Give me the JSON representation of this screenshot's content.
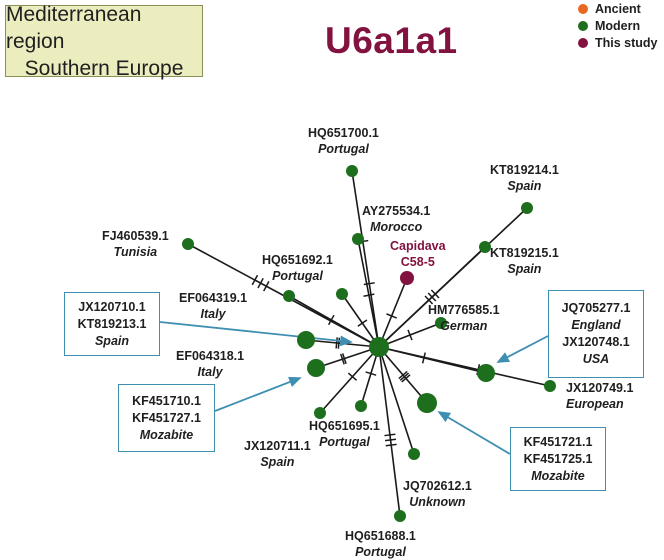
{
  "region": {
    "line1": "Mediterranean region",
    "line2": "Southern Europe"
  },
  "title": "U6a1a1",
  "legend": [
    {
      "label": "Ancient",
      "color": "#e8681f"
    },
    {
      "label": "Modern",
      "color": "#1d6e1d"
    },
    {
      "label": "This study",
      "color": "#82123f"
    }
  ],
  "nodes": [
    {
      "id": "HQ651700.1",
      "location": "Portugal"
    },
    {
      "id": "AY275534.1",
      "location": "Morocco"
    },
    {
      "id": "KT819214.1",
      "location": "Spain"
    },
    {
      "id": "Capidava",
      "location": "C58-5"
    },
    {
      "id": "KT819215.1",
      "location": "Spain"
    },
    {
      "id": "FJ460539.1",
      "location": "Tunisia"
    },
    {
      "id": "HQ651692.1",
      "location": "Portugal"
    },
    {
      "id": "EF064319.1",
      "location": "Italy"
    },
    {
      "id": "HM776585.1",
      "location": "German"
    },
    {
      "id": "EF064318.1",
      "location": "Italy"
    },
    {
      "id": "JX120749.1",
      "location": "European"
    },
    {
      "id": "HQ651695.1",
      "location": "Portugal"
    },
    {
      "id": "JX120711.1",
      "location": "Spain"
    },
    {
      "id": "JQ702612.1",
      "location": "Unknown"
    },
    {
      "id": "HQ651688.1",
      "location": "Portugal"
    }
  ],
  "callouts": [
    {
      "line1": "JX120710.1",
      "line2": "KT819213.1",
      "location": "Spain"
    },
    {
      "line1": "JQ705277.1",
      "location1": "England",
      "line2": "JX120748.1",
      "location2": "USA"
    },
    {
      "line1": "KF451710.1",
      "line2": "KF451727.1",
      "location": "Mozabite"
    },
    {
      "line1": "KF451721.1",
      "line2": "KF451725.1",
      "location": "Mozabite"
    }
  ],
  "colors": {
    "modern": "#1d6e1d",
    "study": "#82123f",
    "callout": "#3f8fb3",
    "edge": "#1a1a1a"
  }
}
